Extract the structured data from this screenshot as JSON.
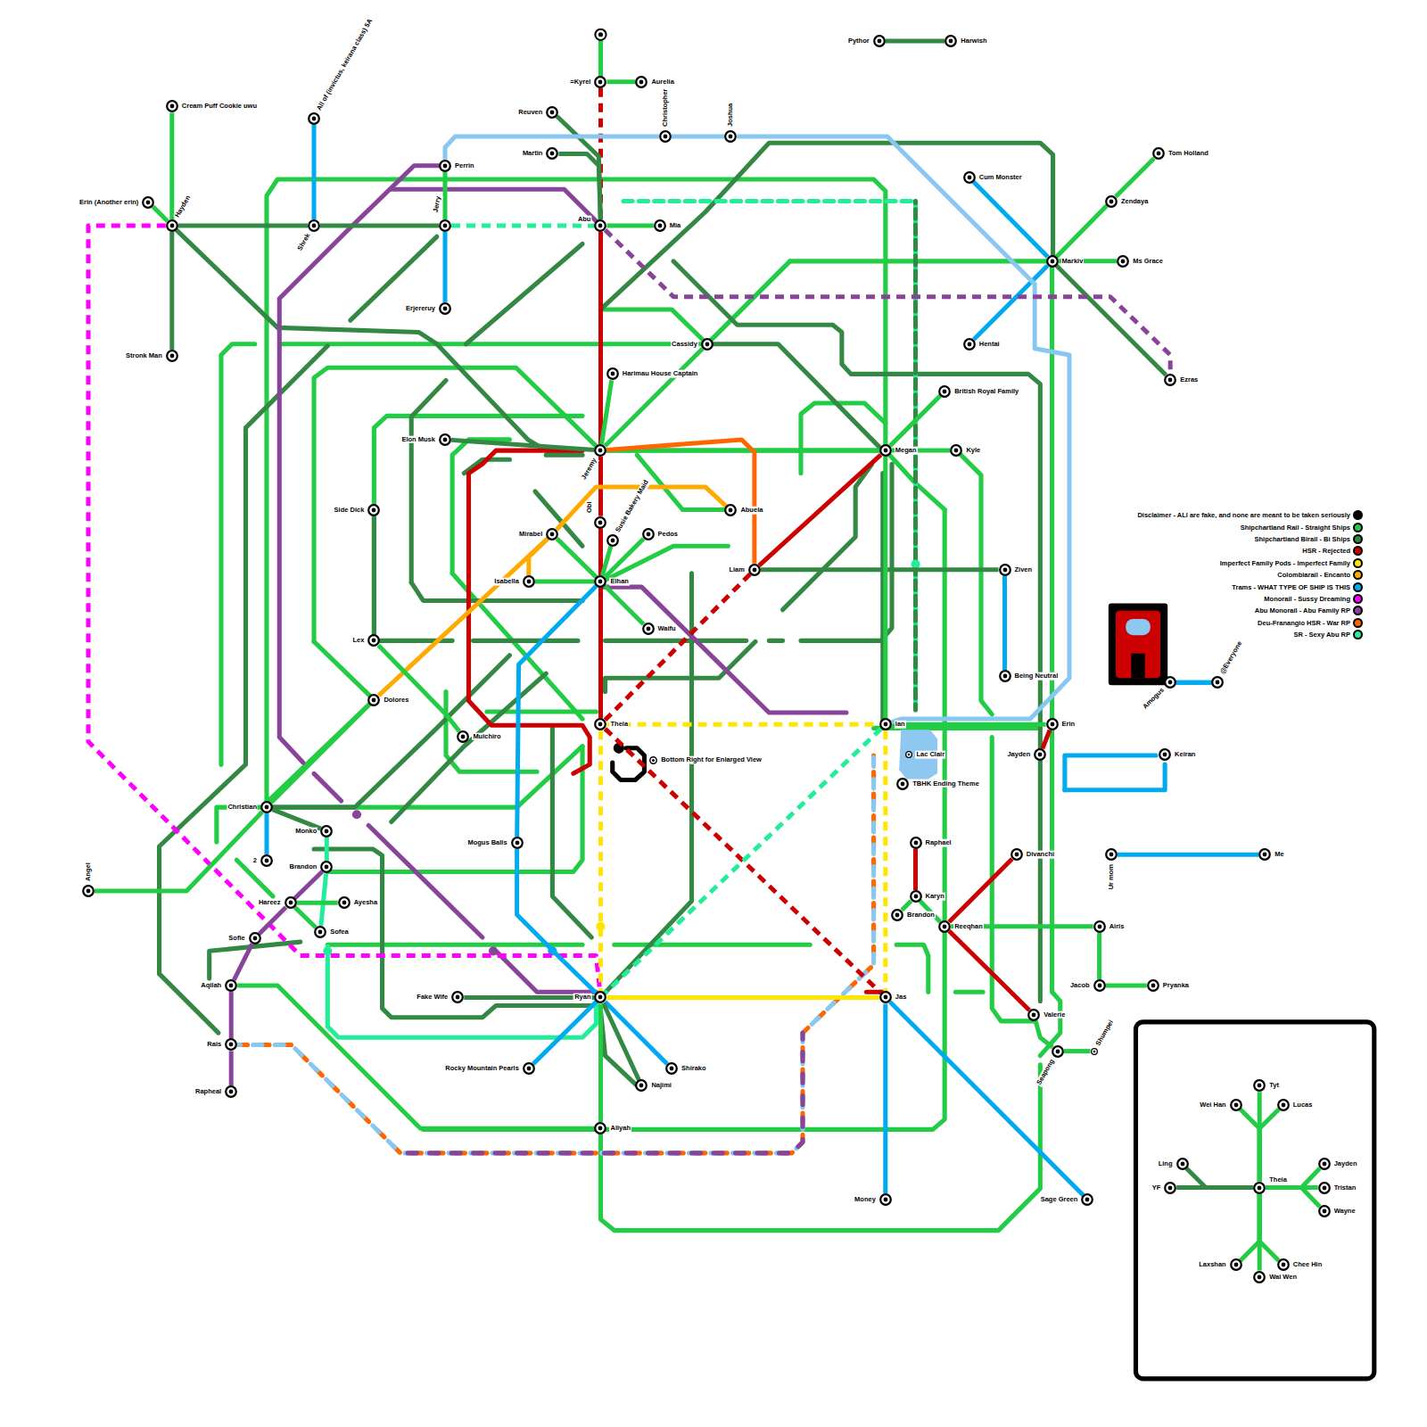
{
  "diagram": {
    "nodes": [
      {
        "text": [
          "Pythor"
        ]
      },
      {
        "text": [
          "Harwish"
        ]
      },
      {
        "text": [
          "=Kyrel"
        ]
      },
      {
        "text": [
          "Aurelia"
        ]
      },
      {
        "text": [
          "Reuven"
        ]
      },
      {
        "text": [
          "Cream Puff Cookie uwu"
        ]
      },
      {
        "text": [
          "All of (invictus, keirana class) 5A"
        ]
      },
      {
        "text": [
          "Christopher"
        ]
      },
      {
        "text": [
          "Joshua"
        ]
      },
      {
        "text": [
          "Tom Holland"
        ]
      },
      {
        "text": [
          "Martin"
        ]
      },
      {
        "text": [
          "Perrin"
        ]
      },
      {
        "text": [
          "Cum Monster"
        ]
      },
      {
        "text": [
          "Zendaya"
        ]
      },
      {
        "text": [
          "Erin (Another erin)"
        ]
      },
      {
        "text": [
          "Hayden"
        ]
      },
      {
        "text": [
          "Shrek"
        ]
      },
      {
        "text": [
          "Jerry"
        ]
      },
      {
        "text": [
          "Abu"
        ]
      },
      {
        "text": [
          "Mia"
        ]
      },
      {
        "text": [
          "Markiv"
        ]
      },
      {
        "text": [
          "Ms Grace"
        ]
      },
      {
        "text": [
          "Erjereruy"
        ]
      },
      {
        "text": [
          "Cassidy"
        ]
      },
      {
        "text": [
          "Hentai"
        ]
      },
      {
        "text": [
          "Stronk Man"
        ]
      },
      {
        "text": [
          "Harimau House Captain"
        ]
      },
      {
        "text": [
          "Ezras"
        ]
      },
      {
        "text": [
          "British Royal Family"
        ]
      },
      {
        "text": [
          "Elon Musk"
        ]
      },
      {
        "text": [
          "Jeremy"
        ]
      },
      {
        "text": [
          "Megan"
        ]
      },
      {
        "text": [
          "Kyle"
        ]
      },
      {
        "text": [
          "Side Dick"
        ]
      },
      {
        "text": [
          "Abuela"
        ]
      },
      {
        "text": [
          "Obi"
        ]
      },
      {
        "text": [
          "Mirabel"
        ]
      },
      {
        "text": [
          "Pedos"
        ]
      },
      {
        "text": [
          "Susie Bakery Maid"
        ]
      },
      {
        "text": [
          "Isabella"
        ]
      },
      {
        "text": [
          "Elhan"
        ]
      },
      {
        "text": [
          "Liam"
        ]
      },
      {
        "text": [
          "Ziven"
        ]
      },
      {
        "text": [
          "Waifu"
        ]
      },
      {
        "text": [
          "Lex"
        ]
      },
      {
        "text": [
          "Being Neutral"
        ]
      },
      {
        "text": [
          "Amogus"
        ]
      },
      {
        "text": [
          "@Everyone"
        ]
      },
      {
        "text": [
          "Dolores"
        ]
      },
      {
        "text": [
          "Theia"
        ]
      },
      {
        "text": [
          "Ian"
        ]
      },
      {
        "text": [
          "Erin"
        ]
      },
      {
        "text": [
          "Muichiro"
        ]
      },
      {
        "text": [
          "Lac Clair"
        ]
      },
      {
        "text": [
          "Jayden"
        ]
      },
      {
        "text": [
          "Keiran"
        ]
      },
      {
        "text": [
          "Bottom Right for Enlarged View"
        ]
      },
      {
        "text": [
          "TBHK Ending Theme"
        ]
      },
      {
        "text": [
          "Christian"
        ]
      },
      {
        "text": [
          "Monko"
        ]
      },
      {
        "text": [
          "Mogus Balls"
        ]
      },
      {
        "text": [
          "Raphael"
        ]
      },
      {
        "text": [
          "Divanchi"
        ]
      },
      {
        "text": [
          "Ur mom"
        ]
      },
      {
        "text": [
          "Me"
        ]
      },
      {
        "text": [
          "2"
        ]
      },
      {
        "text": [
          "Brandon"
        ]
      },
      {
        "text": [
          "Angel"
        ]
      },
      {
        "text": [
          "Karyn"
        ]
      },
      {
        "text": [
          "Hareez"
        ]
      },
      {
        "text": [
          "Ayesha"
        ]
      },
      {
        "text": [
          "Brandon"
        ]
      },
      {
        "text": [
          "Reeqhan"
        ]
      },
      {
        "text": [
          "Airis"
        ]
      },
      {
        "text": [
          "Sofea"
        ]
      },
      {
        "text": [
          "Sofie"
        ]
      },
      {
        "text": [
          "Aqilah"
        ]
      },
      {
        "text": [
          "Jacob"
        ]
      },
      {
        "text": [
          "Pryanka"
        ]
      },
      {
        "text": [
          "Fake Wife"
        ]
      },
      {
        "text": [
          "Ryan"
        ]
      },
      {
        "text": [
          "Jas"
        ]
      },
      {
        "text": [
          "Valerie"
        ]
      },
      {
        "text": [
          "Rais"
        ]
      },
      {
        "text": [
          "Seapong"
        ]
      },
      {
        "text": [
          "Shumpei"
        ]
      },
      {
        "text": [
          "Rocky Mountain Pearls"
        ]
      },
      {
        "text": [
          "Shirako"
        ]
      },
      {
        "text": [
          "Najimi"
        ]
      },
      {
        "text": [
          "Rapheal"
        ]
      },
      {
        "text": [
          "Aliyah"
        ]
      },
      {
        "text": [
          "Money"
        ]
      },
      {
        "text": [
          "Sage Green"
        ]
      },
      {
        "text": [
          "Tyt"
        ]
      },
      {
        "text": [
          "Wei Han"
        ]
      },
      {
        "text": [
          "Lucas"
        ]
      },
      {
        "text": [
          "Ling"
        ]
      },
      {
        "text": [
          "Jayden"
        ]
      },
      {
        "text": [
          "YF"
        ]
      },
      {
        "text": [
          "Theia"
        ]
      },
      {
        "text": [
          "Tristan"
        ]
      },
      {
        "text": [
          "Wayne"
        ]
      },
      {
        "text": [
          "Laxshan"
        ]
      },
      {
        "text": [
          "Chee Hin"
        ]
      },
      {
        "text": [
          "Wai Wen"
        ]
      }
    ],
    "edges": [
      {
        "from": 0,
        "to": 1,
        "arrow": "none"
      },
      {
        "from": 2,
        "to": 3,
        "arrow": "none"
      },
      {
        "from": 2,
        "to": 18,
        "arrow": "none"
      },
      {
        "from": 4,
        "to": 18,
        "arrow": "none"
      },
      {
        "from": 10,
        "to": 18,
        "arrow": "none"
      },
      {
        "from": 5,
        "to": 15,
        "arrow": "none"
      },
      {
        "from": 14,
        "to": 15,
        "arrow": "none"
      },
      {
        "from": 15,
        "to": 16,
        "arrow": "none"
      },
      {
        "from": 16,
        "to": 17,
        "arrow": "none"
      },
      {
        "from": 17,
        "to": 18,
        "arrow": "none"
      },
      {
        "from": 6,
        "to": 16,
        "arrow": "none"
      },
      {
        "from": 11,
        "to": 17,
        "arrow": "none"
      },
      {
        "from": 17,
        "to": 22,
        "arrow": "none"
      },
      {
        "from": 15,
        "to": 25,
        "arrow": "none"
      },
      {
        "from": 15,
        "to": 80,
        "arrow": "none"
      },
      {
        "from": 18,
        "to": 19,
        "arrow": "none"
      },
      {
        "from": 18,
        "to": 30,
        "arrow": "none"
      },
      {
        "from": 30,
        "to": 35,
        "arrow": "none"
      },
      {
        "from": 35,
        "to": 40,
        "arrow": "none"
      },
      {
        "from": 40,
        "to": 49,
        "arrow": "none"
      },
      {
        "from": 9,
        "to": 13,
        "arrow": "none"
      },
      {
        "from": 13,
        "to": 20,
        "arrow": "none"
      },
      {
        "from": 20,
        "to": 21,
        "arrow": "none"
      },
      {
        "from": 12,
        "to": 20,
        "arrow": "none"
      },
      {
        "from": 20,
        "to": 24,
        "arrow": "none"
      },
      {
        "from": 20,
        "to": 27,
        "arrow": "none"
      },
      {
        "from": 23,
        "to": 30,
        "arrow": "none"
      },
      {
        "from": 26,
        "to": 30,
        "arrow": "none"
      },
      {
        "from": 31,
        "to": 28,
        "arrow": "none"
      },
      {
        "from": 31,
        "to": 32,
        "arrow": "none"
      },
      {
        "from": 29,
        "to": 30,
        "arrow": "none"
      },
      {
        "from": 30,
        "to": 31,
        "arrow": "none"
      },
      {
        "from": 31,
        "to": 41,
        "arrow": "none"
      },
      {
        "from": 41,
        "to": 49,
        "arrow": "none"
      },
      {
        "from": 30,
        "to": 41,
        "arrow": "none"
      },
      {
        "from": 48,
        "to": 36,
        "arrow": "none"
      },
      {
        "from": 36,
        "to": 34,
        "arrow": "none"
      },
      {
        "from": 39,
        "to": 36,
        "arrow": "none"
      },
      {
        "from": 40,
        "to": 39,
        "arrow": "none"
      },
      {
        "from": 40,
        "to": 36,
        "arrow": "none"
      },
      {
        "from": 40,
        "to": 37,
        "arrow": "none"
      },
      {
        "from": 40,
        "to": 43,
        "arrow": "none"
      },
      {
        "from": 38,
        "to": 40,
        "arrow": "none"
      },
      {
        "from": 40,
        "to": 60,
        "arrow": "none"
      },
      {
        "from": 41,
        "to": 42,
        "arrow": "none"
      },
      {
        "from": 42,
        "to": 45,
        "arrow": "none"
      },
      {
        "from": 33,
        "to": 44,
        "arrow": "none"
      },
      {
        "from": 49,
        "to": 50,
        "arrow": "none"
      },
      {
        "from": 50,
        "to": 51,
        "arrow": "none"
      },
      {
        "from": 51,
        "to": 54,
        "arrow": "none"
      },
      {
        "from": 31,
        "to": 50,
        "arrow": "none"
      },
      {
        "from": 50,
        "to": 81,
        "arrow": "none"
      },
      {
        "from": 49,
        "to": 80,
        "arrow": "none"
      },
      {
        "from": 80,
        "to": 81,
        "arrow": "none"
      },
      {
        "from": 49,
        "to": 81,
        "arrow": "none"
      },
      {
        "from": 50,
        "to": 80,
        "arrow": "none"
      },
      {
        "from": 46,
        "to": 47,
        "arrow": "none"
      },
      {
        "from": 58,
        "to": 48,
        "arrow": "none"
      },
      {
        "from": 58,
        "to": 65,
        "arrow": "none"
      },
      {
        "from": 58,
        "to": 59,
        "arrow": "none"
      },
      {
        "from": 59,
        "to": 66,
        "arrow": "none"
      },
      {
        "from": 66,
        "to": 74,
        "arrow": "none"
      },
      {
        "from": 69,
        "to": 66,
        "arrow": "none"
      },
      {
        "from": 69,
        "to": 70,
        "arrow": "none"
      },
      {
        "from": 69,
        "to": 75,
        "arrow": "none"
      },
      {
        "from": 75,
        "to": 76,
        "arrow": "none"
      },
      {
        "from": 76,
        "to": 83,
        "arrow": "none"
      },
      {
        "from": 83,
        "to": 89,
        "arrow": "none"
      },
      {
        "from": 76,
        "to": 90,
        "arrow": "none"
      },
      {
        "from": 61,
        "to": 68,
        "arrow": "none"
      },
      {
        "from": 68,
        "to": 72,
        "arrow": "none"
      },
      {
        "from": 68,
        "to": 71,
        "arrow": "none"
      },
      {
        "from": 72,
        "to": 62,
        "arrow": "none"
      },
      {
        "from": 72,
        "to": 82,
        "arrow": "none"
      },
      {
        "from": 72,
        "to": 73,
        "arrow": "none"
      },
      {
        "from": 73,
        "to": 77,
        "arrow": "none"
      },
      {
        "from": 77,
        "to": 78,
        "arrow": "none"
      },
      {
        "from": 63,
        "to": 64,
        "arrow": "none"
      },
      {
        "from": 82,
        "to": 84,
        "arrow": "none"
      },
      {
        "from": 84,
        "to": 85,
        "arrow": "none"
      },
      {
        "from": 81,
        "to": 91,
        "arrow": "none"
      },
      {
        "from": 81,
        "to": 92,
        "arrow": "none"
      },
      {
        "from": 79,
        "to": 80,
        "arrow": "none"
      },
      {
        "from": 80,
        "to": 86,
        "arrow": "none"
      },
      {
        "from": 80,
        "to": 87,
        "arrow": "none"
      },
      {
        "from": 80,
        "to": 88,
        "arrow": "none"
      },
      {
        "from": 80,
        "to": 90,
        "arrow": "none"
      },
      {
        "from": 67,
        "to": 58,
        "arrow": "none"
      },
      {
        "from": 7,
        "to": 8,
        "arrow": "none"
      },
      {
        "from": 11,
        "to": 7,
        "arrow": "none"
      },
      {
        "from": 8,
        "to": 50,
        "arrow": "none"
      },
      {
        "from": 18,
        "to": 27,
        "arrow": "none"
      },
      {
        "from": 44,
        "to": 52,
        "arrow": "none"
      },
      {
        "from": 60,
        "to": 80,
        "arrow": "none"
      },
      {
        "from": 69,
        "to": 74,
        "arrow": "none"
      },
      {
        "from": 93,
        "to": 99,
        "arrow": "none"
      },
      {
        "from": 94,
        "to": 99,
        "arrow": "none"
      },
      {
        "from": 95,
        "to": 99,
        "arrow": "none"
      },
      {
        "from": 96,
        "to": 99,
        "arrow": "none"
      },
      {
        "from": 98,
        "to": 99,
        "arrow": "none"
      },
      {
        "from": 97,
        "to": 99,
        "arrow": "none"
      },
      {
        "from": 100,
        "to": 99,
        "arrow": "none"
      },
      {
        "from": 101,
        "to": 99,
        "arrow": "none"
      },
      {
        "from": 102,
        "to": 99,
        "arrow": "none"
      },
      {
        "from": 104,
        "to": 99,
        "arrow": "none"
      },
      {
        "from": 103,
        "to": 99,
        "arrow": "none"
      }
    ],
    "legend": [
      {
        "text": "Disclaimer - ALl are fake, and none are meant to be taken seriously",
        "color": "#000000"
      },
      {
        "text": "Shipchartland Rail - Straight Ships",
        "color": "#22cc44"
      },
      {
        "text": "Shipchartland Birail - Bi Ships",
        "color": "#338844"
      },
      {
        "text": "HSR - Rejected",
        "color": "#cc0000"
      },
      {
        "text": "Imperfect Family Pods - Imperfect Family",
        "color": "#ffe600"
      },
      {
        "text": "Colombiarail - Encanto",
        "color": "#ffaa00"
      },
      {
        "text": "Trams - WHAT TYPE OF SHIP IS THIS",
        "color": "#00aaee"
      },
      {
        "text": "Monorail - Sussy Dreaming",
        "color": "#ff00ff"
      },
      {
        "text": "Abu Monorail - Abu Family RP",
        "color": "#884499"
      },
      {
        "text": "Deu-Franangio HSR - War RP",
        "color": "#ff6600"
      },
      {
        "text": "SR - Sexy Abu RP",
        "color": "#22ee99"
      }
    ]
  }
}
